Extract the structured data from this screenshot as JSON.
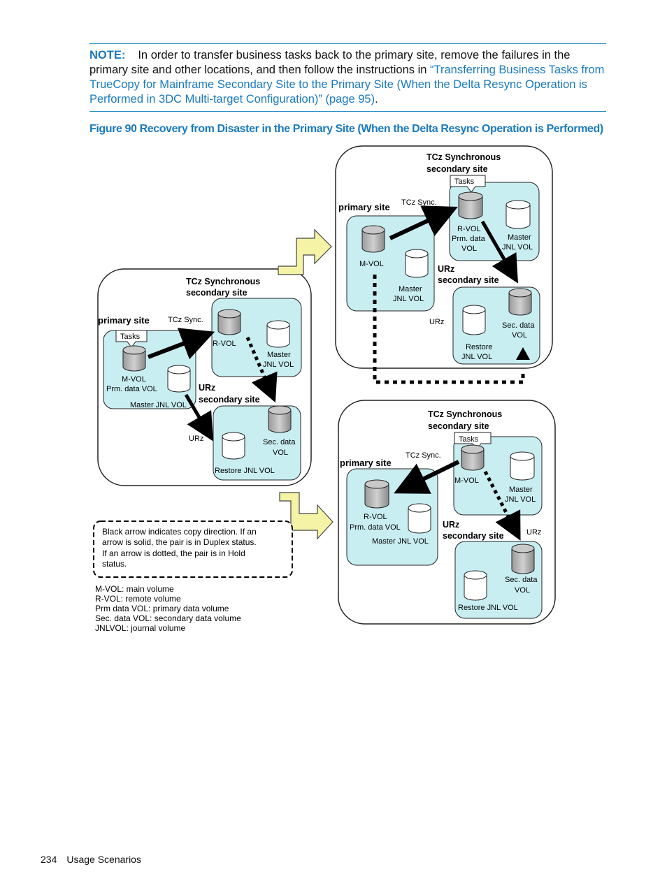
{
  "note": {
    "label": "NOTE:",
    "text_before": "In order to transfer business tasks back to the primary site, remove the failures in the primary site and other locations, and then follow the instructions in ",
    "link": "“Transferring Business Tasks from TrueCopy for Mainframe Secondary Site to the Primary Site (When the Delta Resync Operation is Performed in 3DC Multi-target Configuration)” (page 95)",
    "text_after": "."
  },
  "figure": {
    "caption": "Figure 90 Recovery from Disaster in the Primary Site (When the Delta Resync Operation is Performed)",
    "left": {
      "tcz_title_1": "TCz Synchronous",
      "tcz_title_2": "secondary site",
      "primary_site": "primary site",
      "tasks": "Tasks",
      "tcz_sync": "TCz Sync.",
      "rvol": "R-VOL",
      "master_1": "Master",
      "master_2": "JNL VOL",
      "mvol": "M-VOL",
      "prm_data_vol": "Prm. data VOL",
      "master_jnl_vol": "Master JNL VOL",
      "urz_1": "URz",
      "urz_2": "secondary site",
      "urz_side": "URz",
      "sec_data_1": "Sec. data",
      "sec_data_2": "VOL",
      "restore_jnl_vol": "Restore JNL VOL"
    },
    "top": {
      "tcz_title_1": "TCz Synchronous",
      "tcz_title_2": "secondary site",
      "tasks": "Tasks",
      "tcz_sync": "TCz Sync.",
      "primary_site": "primary site",
      "rvol": "R-VOL",
      "prm_data_1": "Prm. data",
      "prm_data_2": "VOL",
      "master_1": "Master",
      "master_2": "JNL VOL",
      "mvol": "M-VOL",
      "master_b_1": "Master",
      "master_b_2": "JNL VOL",
      "urz_1": "URz",
      "urz_2": "secondary site",
      "urz_side": "URz",
      "sec_data_1": "Sec. data",
      "sec_data_2": "VOL",
      "restore_1": "Restore",
      "restore_2": "JNL VOL"
    },
    "bottom": {
      "tcz_title_1": "TCz Synchronous",
      "tcz_title_2": "secondary site",
      "tasks": "Tasks",
      "tcz_sync": "TCz Sync.",
      "primary_site": "primary site",
      "mvol": "M-VOL",
      "master_1": "Master",
      "master_2": "JNL VOL",
      "rvol": "R-VOL",
      "prm_data_vol": "Prm. data VOL",
      "master_jnl_vol": "Master JNL VOL",
      "urz_1": "URz",
      "urz_2": "secondary site",
      "urz_side": "URz",
      "sec_data_1": "Sec. data",
      "sec_data_2": "VOL",
      "restore_jnl_vol": "Restore JNL VOL"
    },
    "legend": {
      "line1": "Black arrow indicates copy direction. If an",
      "line2": "arrow is solid, the pair is in Duplex status.",
      "line3": "If an arrow is dotted, the pair is in Hold",
      "line4": "status."
    },
    "glossary": [
      "M-VOL: main volume",
      "R-VOL: remote volume",
      "Prm data VOL: primary data volume",
      "Sec. data VOL: secondary data volume",
      "JNLVOL: journal volume"
    ]
  },
  "footer": {
    "page_number": "234",
    "section": "Usage Scenarios"
  },
  "colors": {
    "link": "#1a7ac0",
    "site_fill": "#c9eef2",
    "cylinder_fill": "#b8b8b8",
    "big_arrow": "#f4f3a6"
  }
}
